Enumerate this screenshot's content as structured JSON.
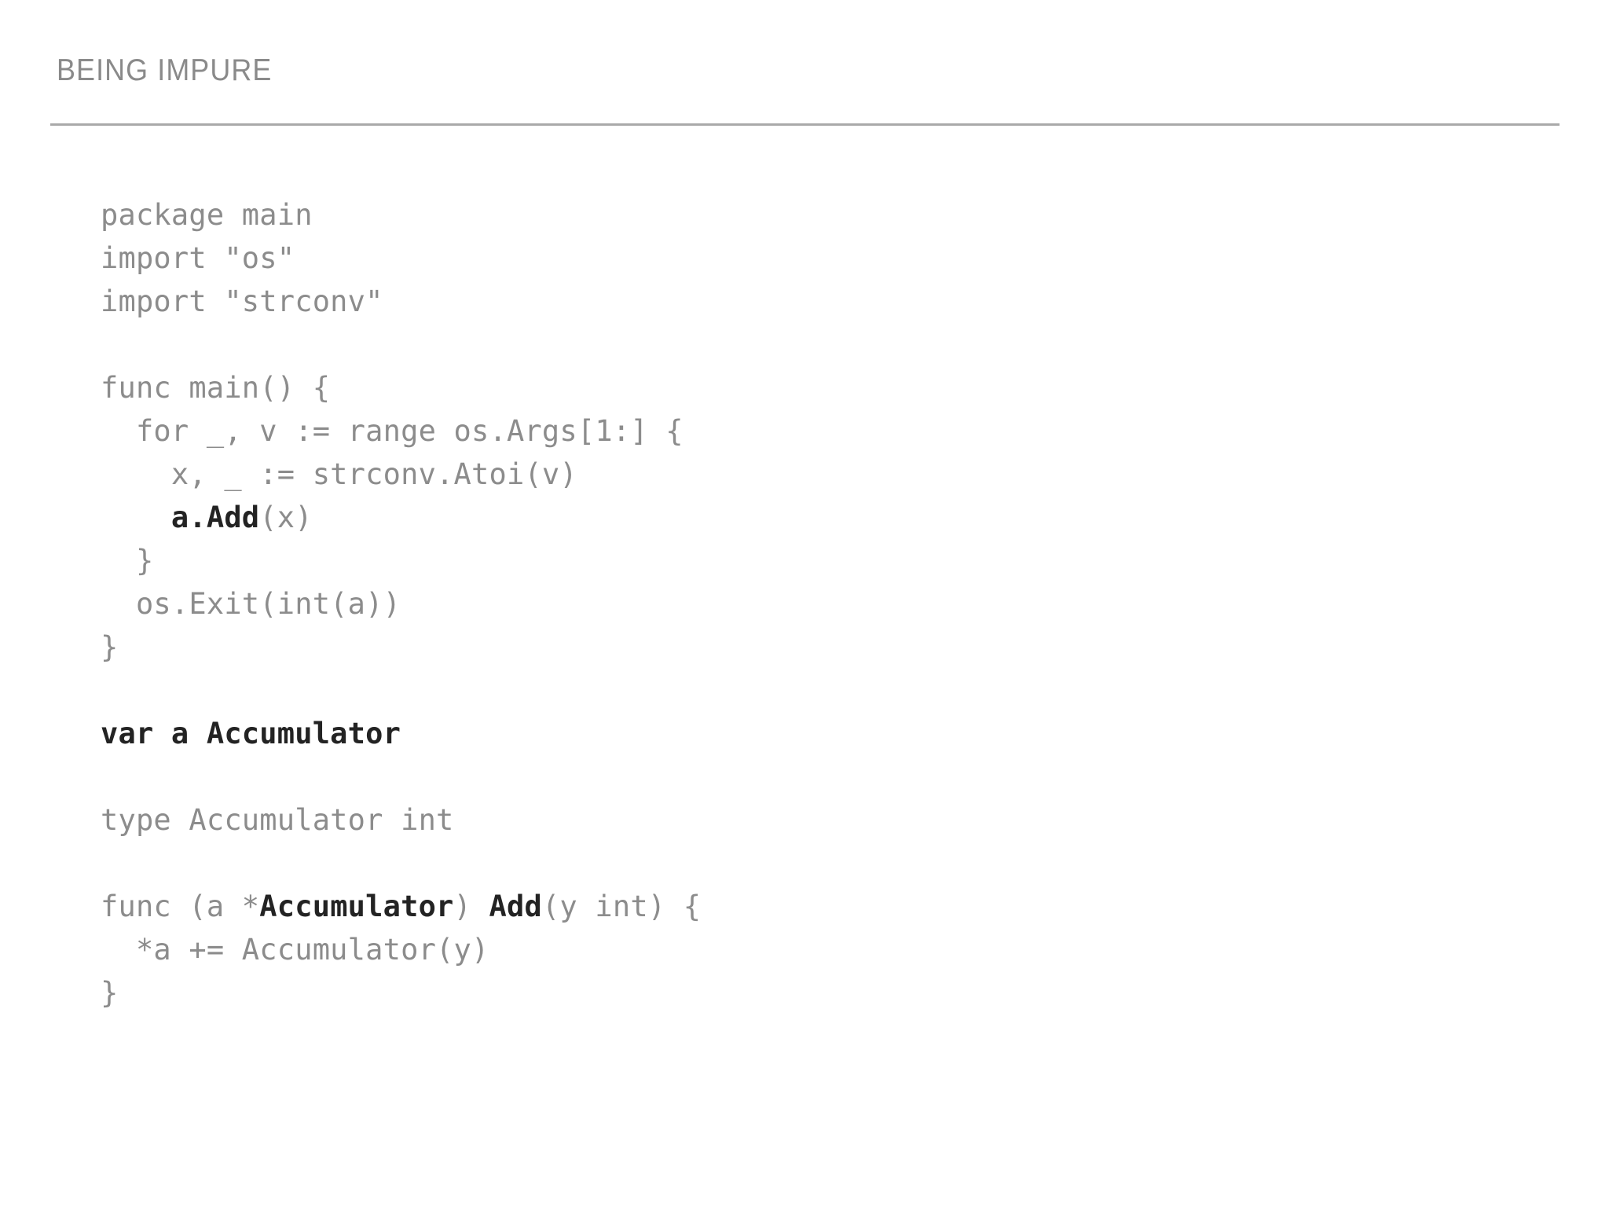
{
  "slide": {
    "title": "BEING IMPURE",
    "title_color": "#8a8a8a",
    "rule_color": "#a9a9a9",
    "background_color": "#ffffff",
    "code_color": "#8c8c8c",
    "highlight_color": "#232323"
  },
  "code": {
    "language": "go",
    "lines": [
      {
        "id": 1,
        "text": "package main",
        "segments": [
          {
            "t": "package main",
            "hl": false
          }
        ]
      },
      {
        "id": 2,
        "text": "import \"os\"",
        "segments": [
          {
            "t": "import \"os\"",
            "hl": false
          }
        ]
      },
      {
        "id": 3,
        "text": "import \"strconv\"",
        "segments": [
          {
            "t": "import \"strconv\"",
            "hl": false
          }
        ]
      },
      {
        "id": 4,
        "text": "",
        "segments": []
      },
      {
        "id": 5,
        "text": "func main() {",
        "segments": [
          {
            "t": "func main() {",
            "hl": false
          }
        ]
      },
      {
        "id": 6,
        "text": "  for _, v := range os.Args[1:] {",
        "segments": [
          {
            "t": "  for _, v := range os.Args[1:] {",
            "hl": false
          }
        ]
      },
      {
        "id": 7,
        "text": "    x, _ := strconv.Atoi(v)",
        "segments": [
          {
            "t": "    x, _ := strconv.Atoi(v)",
            "hl": false
          }
        ]
      },
      {
        "id": 8,
        "text": "    a.Add(x)",
        "segments": [
          {
            "t": "    ",
            "hl": false
          },
          {
            "t": "a.Add",
            "hl": true
          },
          {
            "t": "(x)",
            "hl": false
          }
        ]
      },
      {
        "id": 9,
        "text": "  }",
        "segments": [
          {
            "t": "  }",
            "hl": false
          }
        ]
      },
      {
        "id": 10,
        "text": "  os.Exit(int(a))",
        "segments": [
          {
            "t": "  os.Exit(int(a))",
            "hl": false
          }
        ]
      },
      {
        "id": 11,
        "text": "}",
        "segments": [
          {
            "t": "}",
            "hl": false
          }
        ]
      },
      {
        "id": 12,
        "text": "",
        "segments": []
      },
      {
        "id": 13,
        "text": "var a Accumulator",
        "segments": [
          {
            "t": "var a Accumulator",
            "hl": true
          }
        ]
      },
      {
        "id": 14,
        "text": "",
        "segments": []
      },
      {
        "id": 15,
        "text": "type Accumulator int",
        "segments": [
          {
            "t": "type Accumulator int",
            "hl": false
          }
        ]
      },
      {
        "id": 16,
        "text": "",
        "segments": []
      },
      {
        "id": 17,
        "text": "func (a *Accumulator) Add(y int) {",
        "segments": [
          {
            "t": "func (a *",
            "hl": false
          },
          {
            "t": "Accumulator",
            "hl": true
          },
          {
            "t": ") ",
            "hl": false
          },
          {
            "t": "Add",
            "hl": true
          },
          {
            "t": "(y int) {",
            "hl": false
          }
        ]
      },
      {
        "id": 18,
        "text": "  *a += Accumulator(y)",
        "segments": [
          {
            "t": "  *a += Accumulator(y)",
            "hl": false
          }
        ]
      },
      {
        "id": 19,
        "text": "}",
        "segments": [
          {
            "t": "}",
            "hl": false
          }
        ]
      }
    ]
  }
}
